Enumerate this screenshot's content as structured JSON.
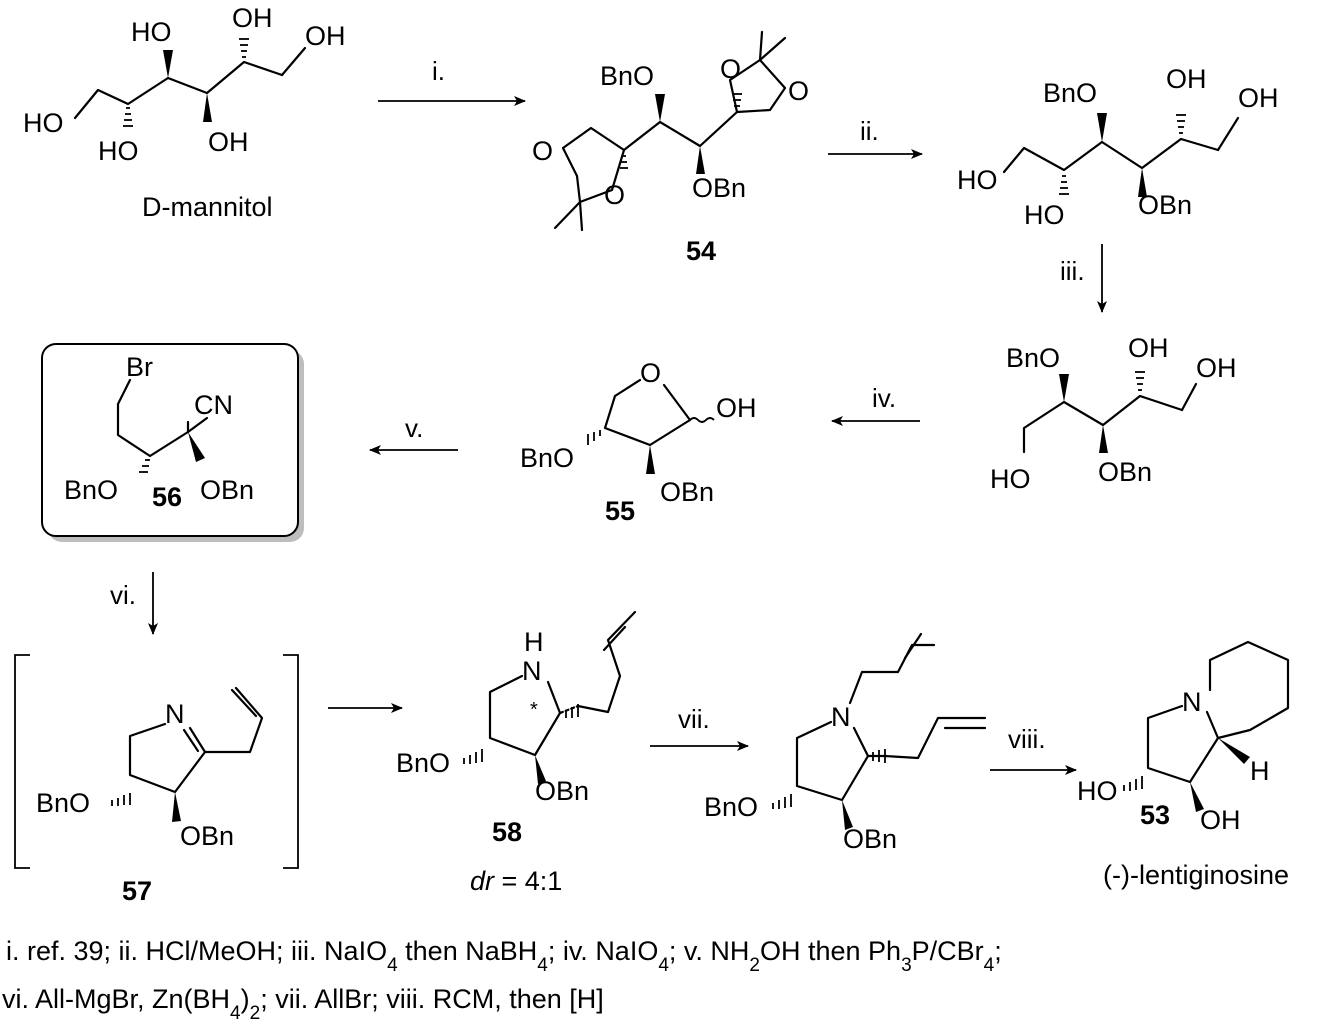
{
  "compounds": {
    "mannitol_name": "D-mannitol",
    "c54": "54",
    "c55": "55",
    "c56": "56",
    "c57": "57",
    "c58": "58",
    "c53": "53",
    "c53_name": "(-)-lentiginosine"
  },
  "atoms": {
    "HO": "HO",
    "OH": "OH",
    "BnO": "BnO",
    "OBn": "OBn",
    "O": "O",
    "N": "N",
    "H": "H",
    "Br": "Br",
    "CN": "CN",
    "NH_H": "H",
    "star": "*"
  },
  "steps": {
    "i": "i.",
    "ii": "ii.",
    "iii": "iii.",
    "iv": "iv.",
    "v": "v.",
    "vi": "vi.",
    "vii": "vii.",
    "viii": "viii."
  },
  "dr": {
    "italic": "dr",
    "rest": " = 4:1"
  },
  "conditions": {
    "line1": "i. ref. 39; ii. HCl/MeOH; iii. NaIO4 then NaBH4; iv. NaIO4; v. NH2OH then Ph3P/CBr4;",
    "line2": "vi. All-MgBr, Zn(BH4)2; vii. AllBr; viii. RCM, then [H]"
  }
}
